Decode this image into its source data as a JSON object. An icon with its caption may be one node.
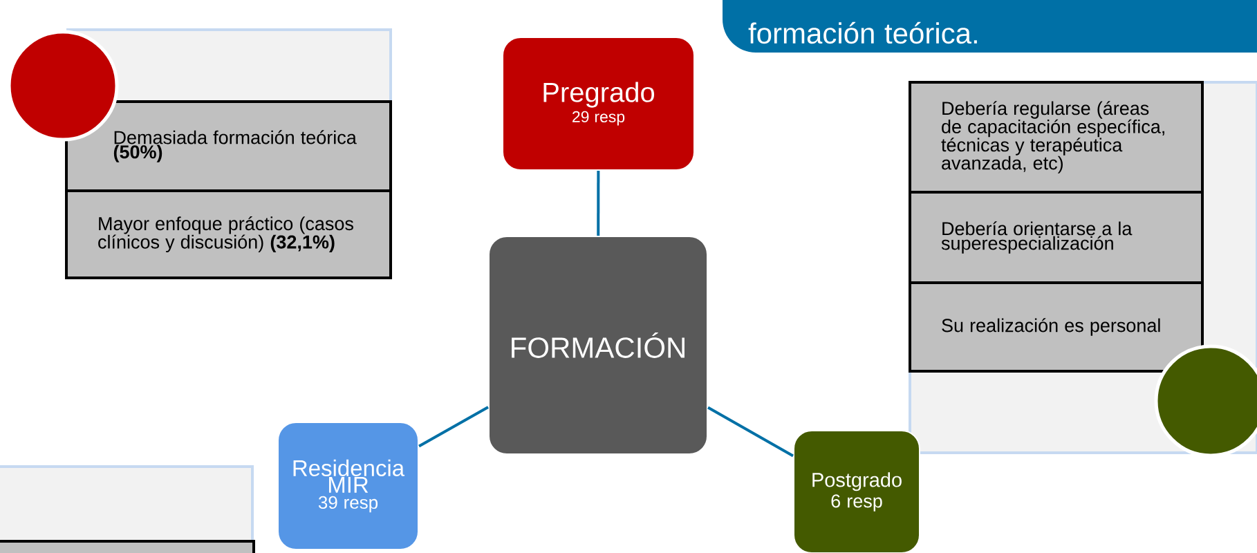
{
  "diagram": {
    "nodes": [
      {
        "text": [
          "formación teórica."
        ]
      },
      {
        "text": [],
        "shape": "box"
      },
      {
        "text": [],
        "shape": "circle"
      },
      {
        "text": [
          "Demasiada formación teórica **(50%)**"
        ]
      },
      {
        "text": [
          "Mayor enfoque práctico (casos clínicos y discusión) **(32,1%)**"
        ]
      },
      {
        "text": [
          "Pregrado",
          "29 resp"
        ]
      },
      {
        "text": [
          "FORMACIÓN"
        ]
      },
      {
        "text": [],
        "shape": "box"
      },
      {
        "text": [
          "Debería regularse (áreas de capacitación específica, técnicas y terapéutica avanzada, etc)"
        ],
        "in": 7
      },
      {
        "text": [
          "Debería orientarse a la superespecialización"
        ],
        "in": 7
      },
      {
        "text": [
          "Su realización es personal"
        ],
        "in": 7
      },
      {
        "text": [],
        "shape": "circle"
      },
      {
        "text": [
          "Residencia MIR",
          "39 resp"
        ]
      },
      {
        "text": [
          "Postgrado",
          "6 resp"
        ]
      },
      {
        "text": [],
        "shape": "box"
      },
      {
        "text": [],
        "shape": "box"
      }
    ],
    "edges": [
      {
        "from": 6,
        "to": 5,
        "arrow": "none"
      },
      {
        "from": 6,
        "to": 12,
        "arrow": "none"
      },
      {
        "from": 6,
        "to": 13,
        "arrow": "none"
      }
    ]
  }
}
